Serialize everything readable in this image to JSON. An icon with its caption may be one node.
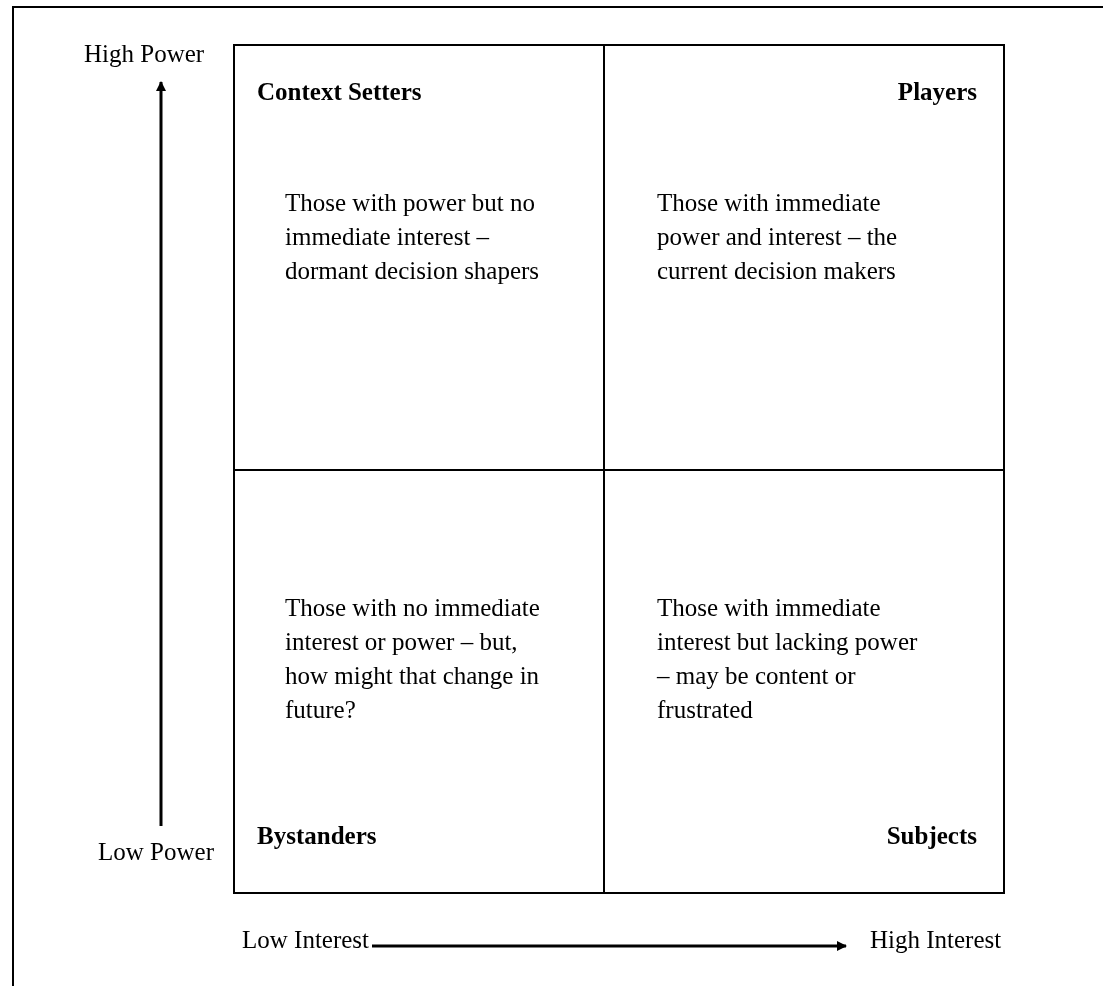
{
  "diagram": {
    "nodes": [
      {
        "text": [
          "Context Setters",
          "Those with power but no immediate interest – dormant decision shapers"
        ]
      },
      {
        "text": [
          "Players",
          "Those with immediate power and interest – the current decision makers"
        ]
      },
      {
        "text": [
          "Those with no immediate interest or power – but, how might that change in future?",
          "Bystanders"
        ]
      },
      {
        "text": [
          "Those with immediate interest but lacking power – may be content or frustrated",
          "Subjects"
        ]
      }
    ],
    "labels": [
      "High Power",
      "Low Power",
      "Low Interest",
      "High Interest"
    ]
  }
}
